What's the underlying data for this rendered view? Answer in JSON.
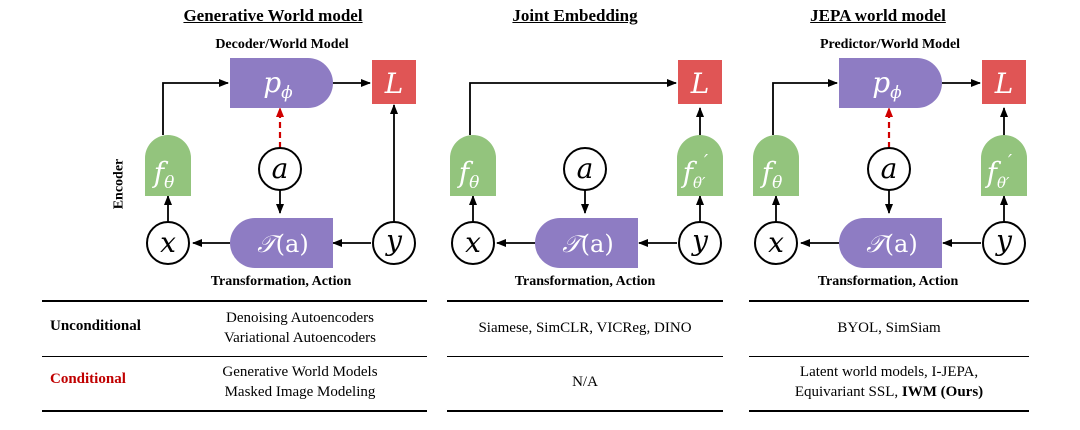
{
  "panels": [
    {
      "title": "Generative World model",
      "top_label": "Decoder/World Model",
      "bottom_label": "Transformation, Action",
      "side_label": "Encoder"
    },
    {
      "title": "Joint Embedding",
      "bottom_label": "Transformation, Action"
    },
    {
      "title": "JEPA world model",
      "top_label": "Predictor/World Model",
      "bottom_label": "Transformation, Action"
    }
  ],
  "symbols": {
    "p": "p",
    "phi": "ϕ",
    "L": "L",
    "a": "a",
    "x": "x",
    "y": "y",
    "f": "f",
    "theta": "θ",
    "theta_prime": "θ′",
    "prime": "′",
    "T": "𝒯",
    "T_arg": "(a)"
  },
  "colors": {
    "purple": "#8e7cc3",
    "green": "#93c47d",
    "red": "#e05555",
    "dashed_red": "#d00000"
  },
  "table": {
    "rows": [
      {
        "label": "Unconditional",
        "cells": [
          [
            "Denoising Autoencoders",
            "Variational Autoencoders"
          ],
          [
            "Siamese, SimCLR, VICReg, DINO"
          ],
          [
            "BYOL, SimSiam"
          ]
        ]
      },
      {
        "label": "Conditional",
        "cells": [
          [
            "Generative World Models",
            "Masked Image Modeling"
          ],
          [
            "N/A"
          ],
          [
            "Latent world models, I-JEPA,",
            "Equivariant SSL, ",
            "IWM (Ours)"
          ]
        ]
      }
    ]
  }
}
